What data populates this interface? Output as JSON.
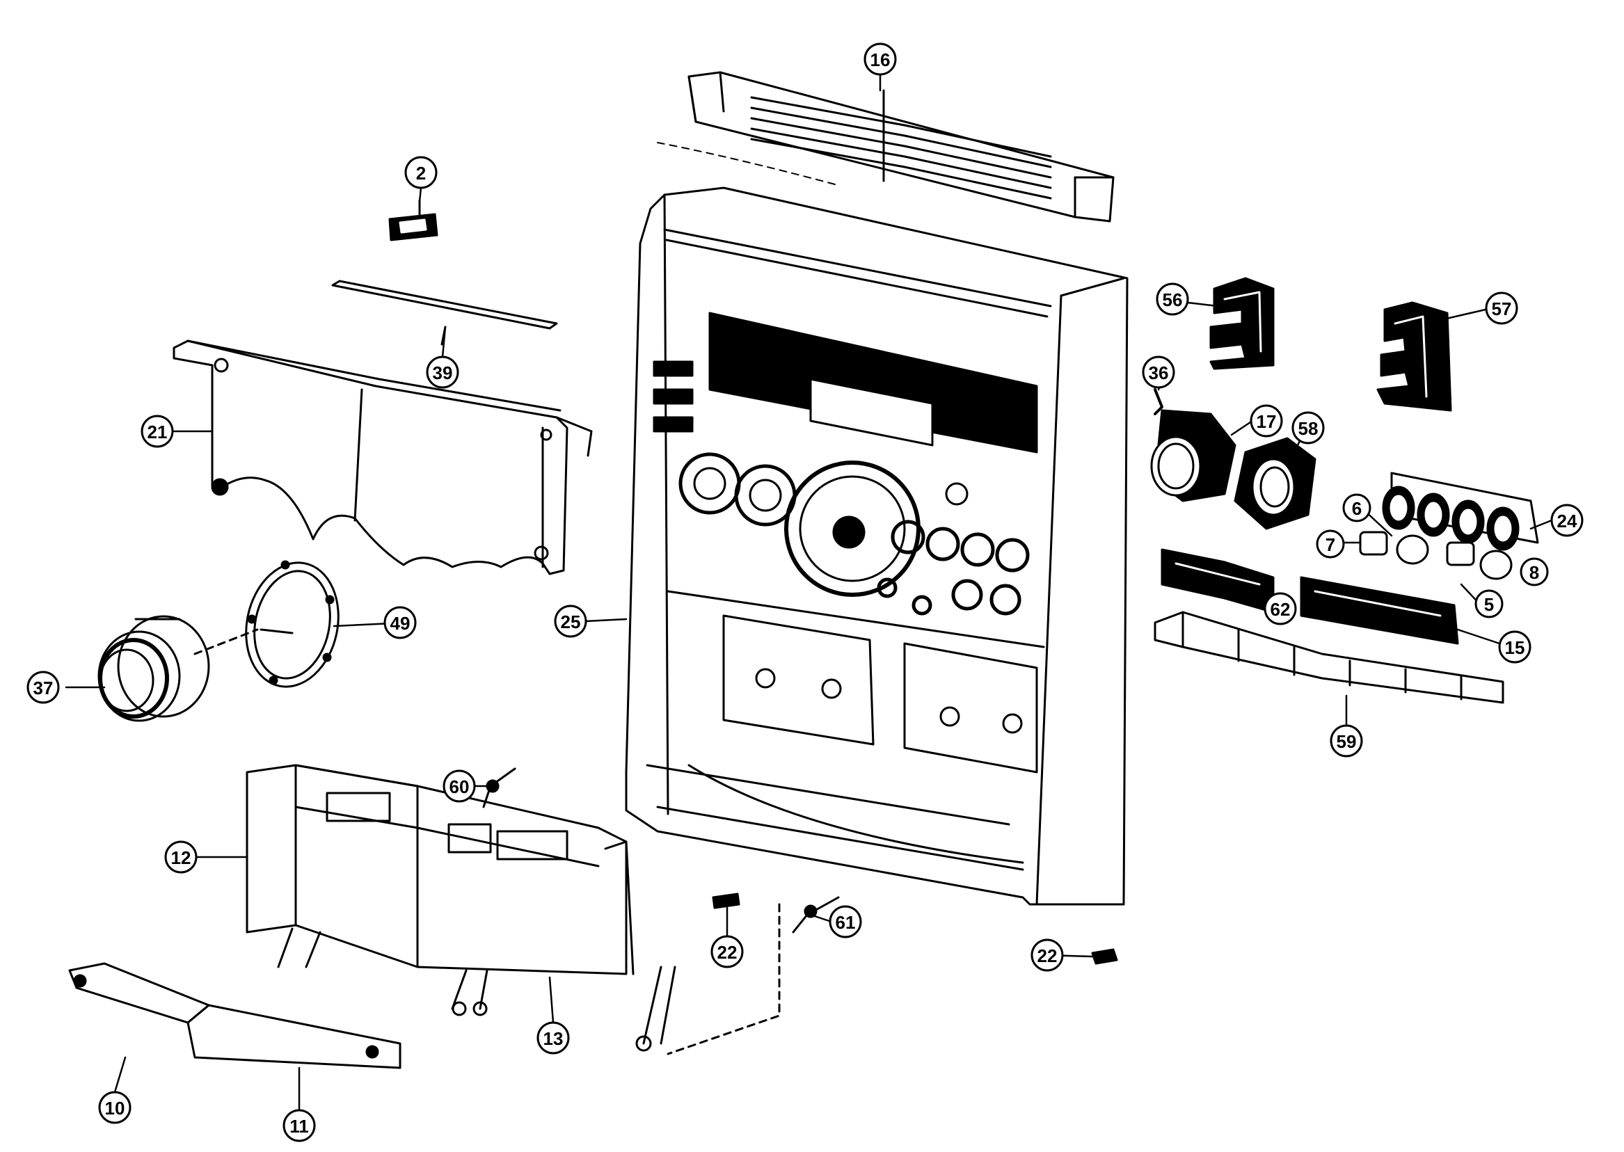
{
  "labels": {
    "l2": "2",
    "l5": "5",
    "l6": "6",
    "l7": "7",
    "l8": "8",
    "l10": "10",
    "l11": "11",
    "l12": "12",
    "l13": "13",
    "l15": "15",
    "l16": "16",
    "l17": "17",
    "l21": "21",
    "l22a": "22",
    "l22b": "22",
    "l24": "24",
    "l25": "25",
    "l36": "36",
    "l37": "37",
    "l39": "39",
    "l49": "49",
    "l56": "56",
    "l57": "57",
    "l58": "58",
    "l59": "59",
    "l60": "60",
    "l61": "61",
    "l62": "62"
  }
}
